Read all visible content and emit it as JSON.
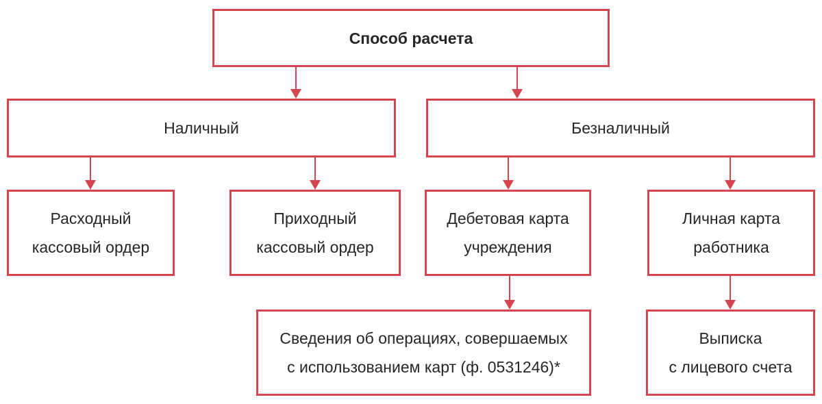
{
  "colors": {
    "accent": "#d4454f",
    "text": "#262626",
    "background": "#ffffff"
  },
  "diagram": {
    "type": "flowchart",
    "nodes": {
      "root": {
        "label": "Способ расчета"
      },
      "cash": {
        "label": "Наличный"
      },
      "cashless": {
        "label": "Безналичный"
      },
      "expense_order": {
        "lines": [
          "Расходный",
          "кассовый ордер"
        ]
      },
      "receipt_order": {
        "lines": [
          "Приходный",
          "кассовый ордер"
        ]
      },
      "debit_card": {
        "lines": [
          "Дебетовая карта",
          "учреждения"
        ]
      },
      "personal_card": {
        "lines": [
          "Личная карта",
          "работника"
        ]
      },
      "card_operations_info": {
        "lines": [
          "Сведения об операциях, совершаемых",
          "с использованием карт (ф. 0531246)*"
        ]
      },
      "account_statement": {
        "lines": [
          "Выписка",
          "с лицевого счета"
        ]
      }
    },
    "edges": [
      {
        "from": "root",
        "to": "cash"
      },
      {
        "from": "root",
        "to": "cashless"
      },
      {
        "from": "cash",
        "to": "expense_order"
      },
      {
        "from": "cash",
        "to": "receipt_order"
      },
      {
        "from": "cashless",
        "to": "debit_card"
      },
      {
        "from": "cashless",
        "to": "personal_card"
      },
      {
        "from": "debit_card",
        "to": "card_operations_info"
      },
      {
        "from": "personal_card",
        "to": "account_statement"
      }
    ]
  }
}
